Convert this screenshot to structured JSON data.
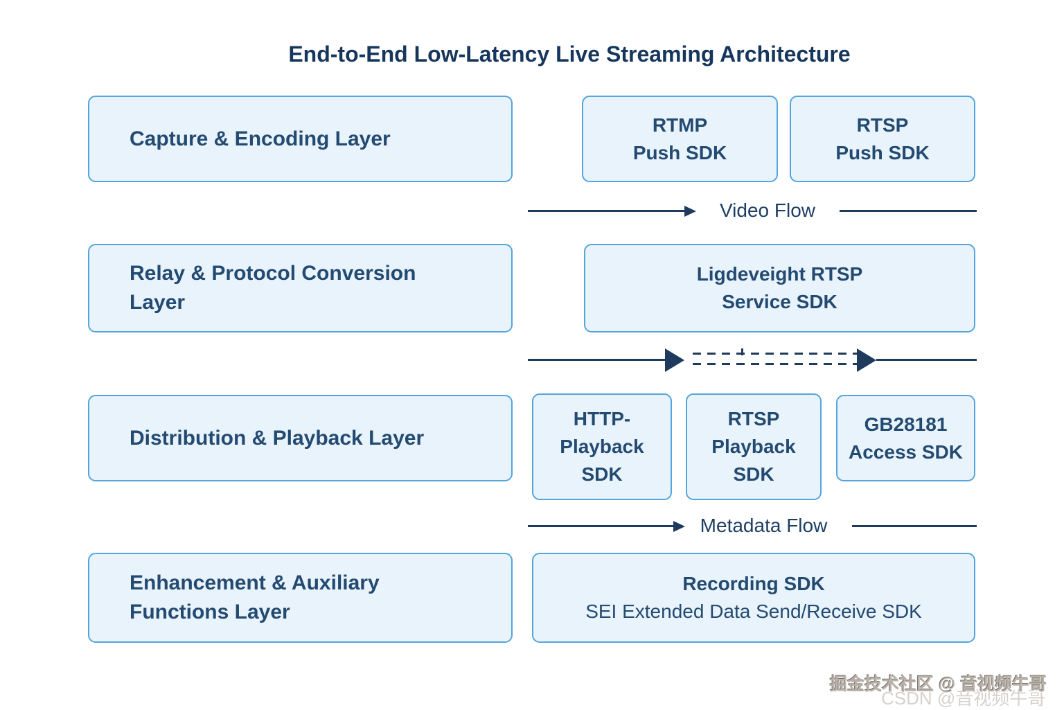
{
  "title": "End-to-End Low-Latency Live Streaming Architecture",
  "colors": {
    "box_fill": "#e9f3fc",
    "box_border": "#55a5dc",
    "box_text": "#234a70",
    "title_text": "#16365c",
    "arrow": "#1e3a5c",
    "background": "#ffffff"
  },
  "layers": {
    "capture": {
      "line1": "Capture & Encoding Layer"
    },
    "relay": {
      "line1": "Relay & Protocol Conversion",
      "line2": "Layer"
    },
    "distribution": {
      "line1": "Distribution & Playback Layer"
    },
    "enhancement": {
      "line1": "Enhancement & Auxiliary",
      "line2": "Functions Layer"
    }
  },
  "sdks": {
    "rtmp_push": {
      "line1": "RTMP",
      "line2": "Push SDK"
    },
    "rtsp_push": {
      "line1": "RTSP",
      "line2": "Push SDK"
    },
    "ligdeveight_rtsp": {
      "line1": "Ligdeveight RTSP",
      "line2": "Service SDK"
    },
    "http_playback": {
      "line1": "HTTP-",
      "line2": "Playback",
      "line3": "SDK"
    },
    "rtsp_playback": {
      "line1": "RTSP",
      "line2": "Playback",
      "line3": "SDK"
    },
    "gb28181_access": {
      "line1": "GB28181",
      "line2": "Access SDK"
    },
    "recording": {
      "line1": "Recording SDK",
      "line2": "SEI Extended Data Send/Receive SDK"
    }
  },
  "flows": {
    "video_label": "Video Flow",
    "metadata_label": "Metadata Flow"
  },
  "watermark": {
    "juejin": "掘金技术社区 @ 音视频牛哥",
    "csdn": "CSDN @音视频牛哥"
  }
}
